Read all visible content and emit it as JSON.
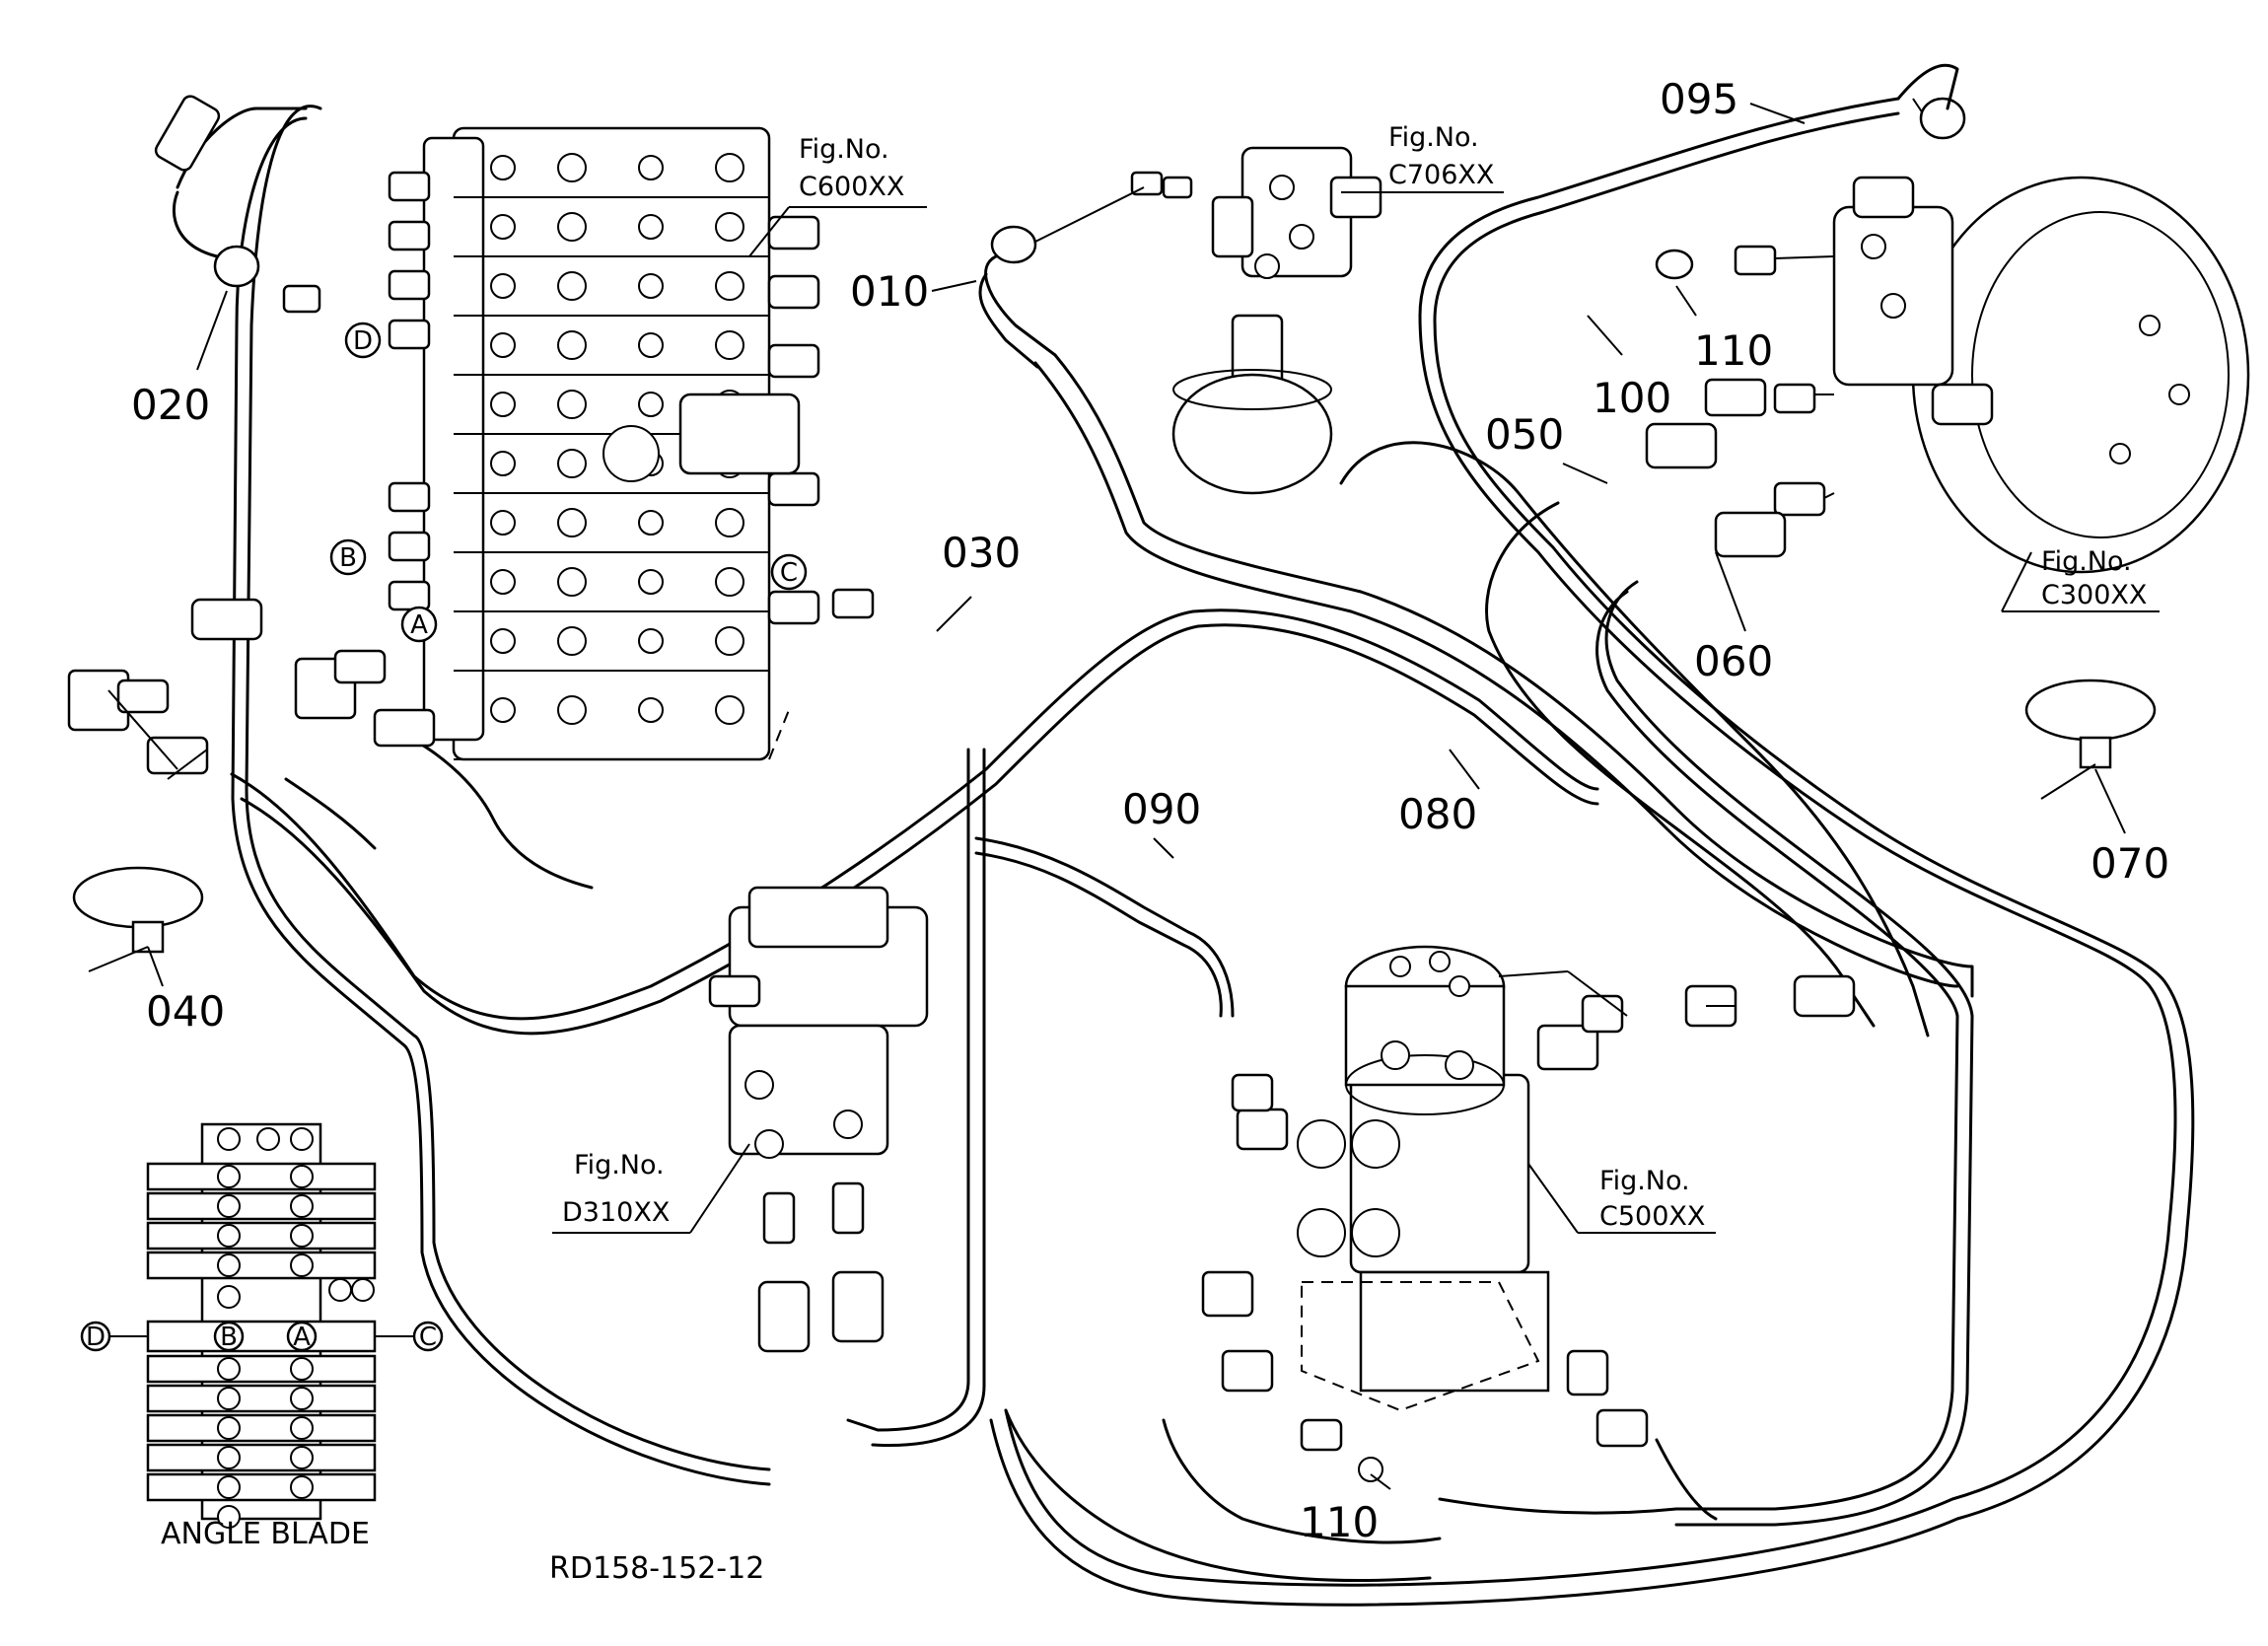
{
  "diagram": {
    "drawing_code": "RD158-152-12",
    "parts": [
      "010",
      "020",
      "030",
      "040",
      "050",
      "060",
      "070",
      "080",
      "090",
      "095",
      "100",
      "110",
      "110"
    ],
    "figure_refs": [
      {
        "label": "Fig.No.",
        "code": "C600XX"
      },
      {
        "label": "Fig.No.",
        "code": "C706XX"
      },
      {
        "label": "Fig.No.",
        "code": "C300XX"
      },
      {
        "label": "Fig.No.",
        "code": "D310XX"
      },
      {
        "label": "Fig.No.",
        "code": "C500XX"
      }
    ],
    "connection_letters": [
      "D",
      "B",
      "A",
      "C"
    ],
    "inset": {
      "caption": "ANGLE BLADE",
      "letters": [
        "D",
        "B",
        "A",
        "C"
      ]
    }
  }
}
